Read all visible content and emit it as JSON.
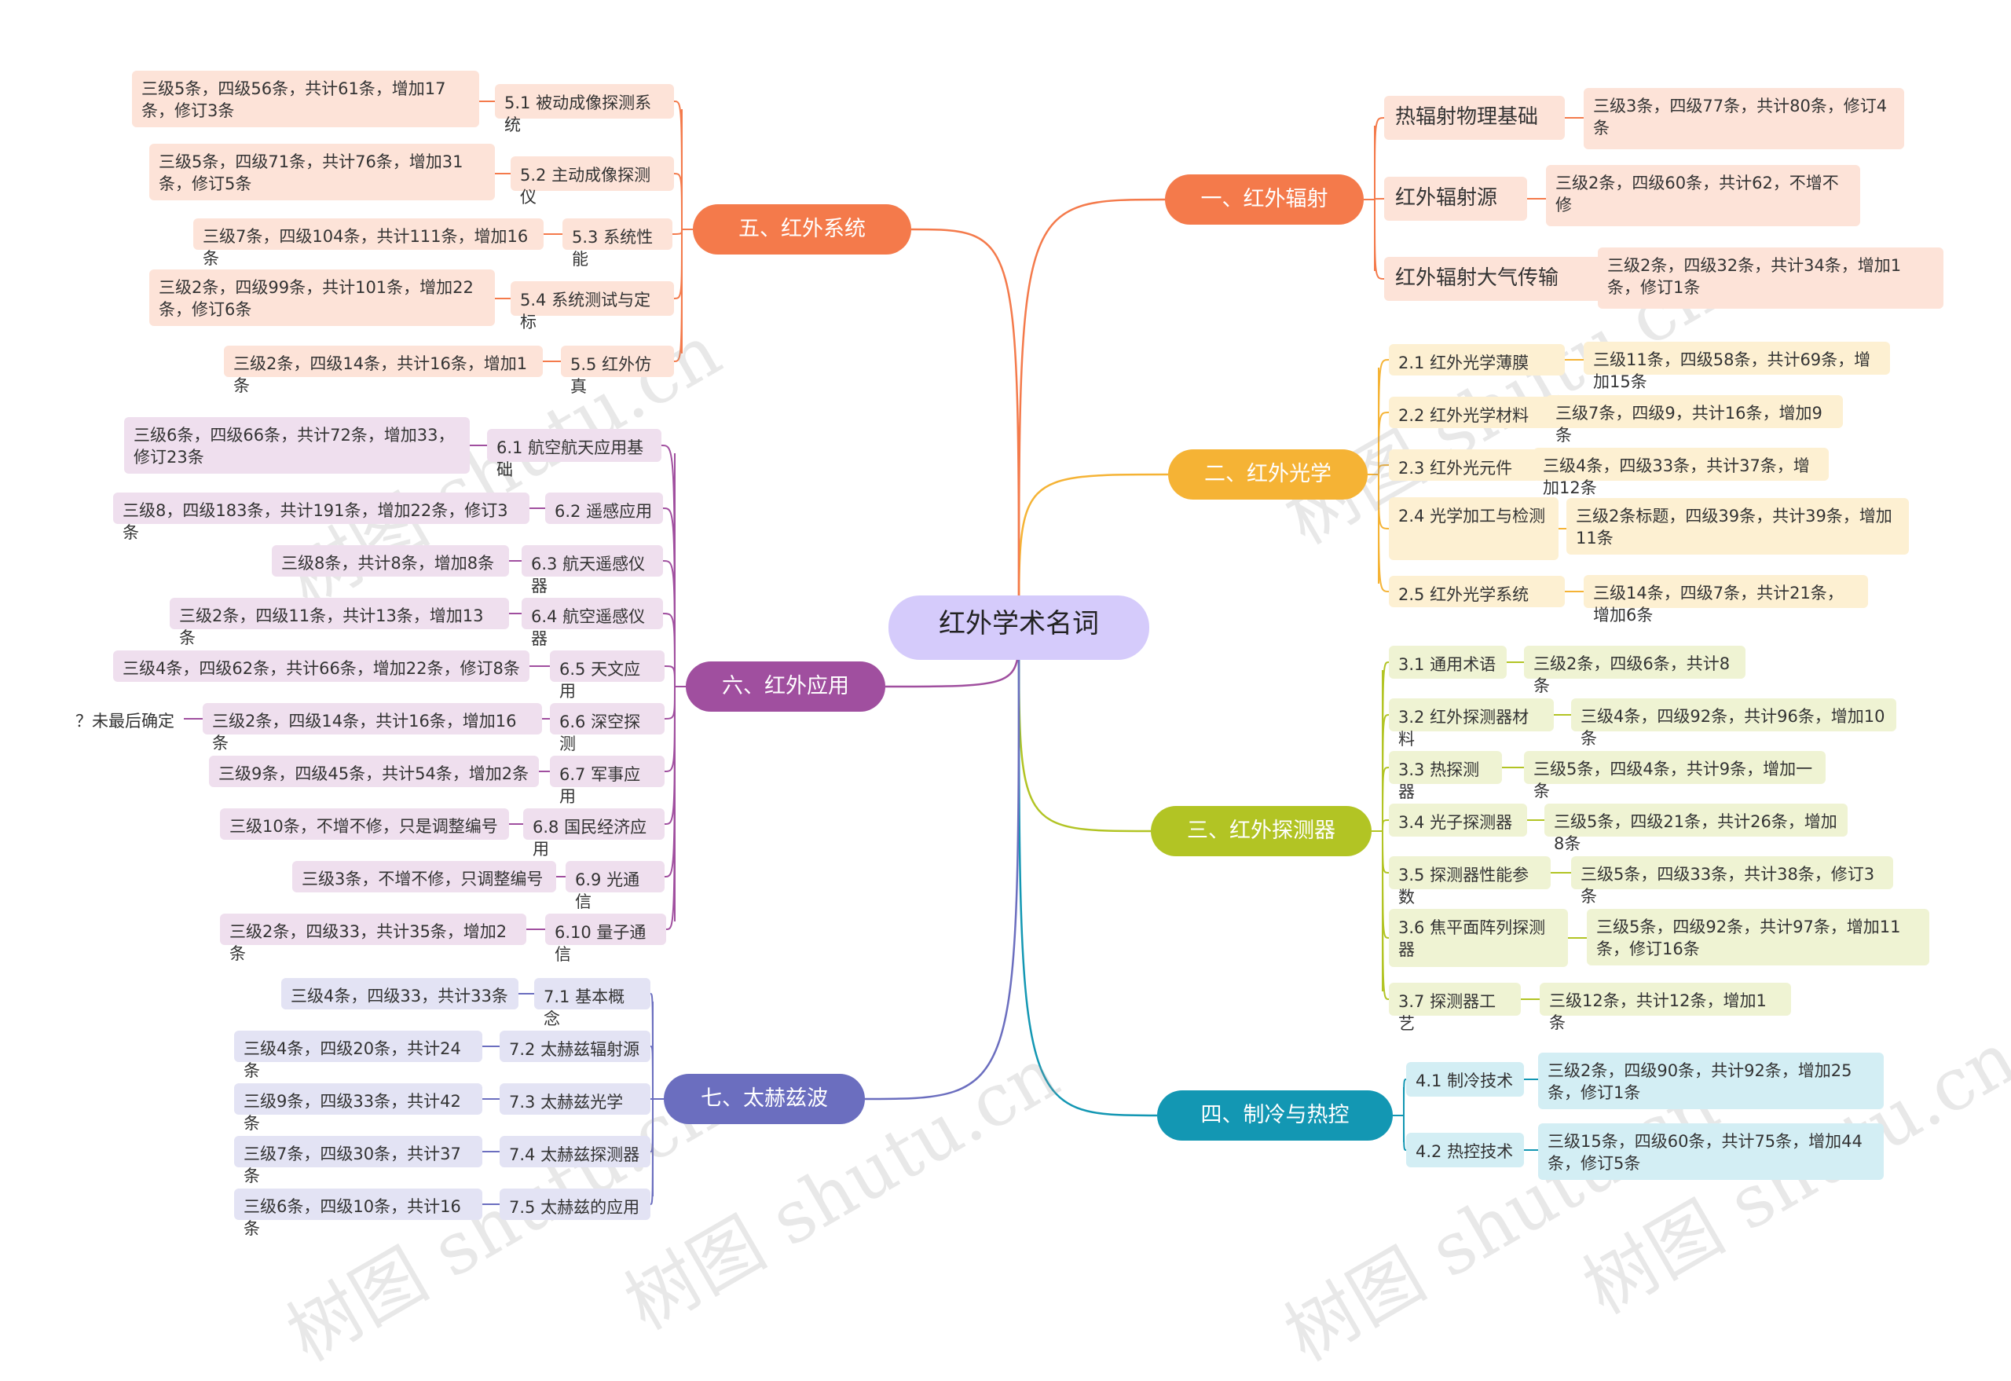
{
  "root": "红外学术名词",
  "watermarks": [
    "树图 shutu.cn",
    "树图 shutu.cn",
    "树图 shutu.cn",
    "树图 shutu.cn",
    "树图 shutu.cn",
    "树图 shutu.cn"
  ],
  "colors": {
    "root_bg": "#d5cbfb",
    "orange": "#f47a4b",
    "orange_light": "#fde3d8",
    "yellow": "#f5b335",
    "yellow_light": "#fdf0d2",
    "green": "#b2c424",
    "green_light": "#eff3d3",
    "cyan": "#1397b3",
    "cyan_light": "#d3eef4",
    "purple": "#a04f9f",
    "purple_light": "#efdfee",
    "indigo": "#6b6ebf",
    "indigo_light": "#e3e3f4"
  },
  "branches": [
    {
      "label": "一、红外辐射",
      "children": [
        {
          "label": "热辐射物理基础",
          "leaf": "三级3条，四级77条，共计80条，修订4条"
        },
        {
          "label": "红外辐射源",
          "leaf": "三级2条，四级60条，共计62，不增不修"
        },
        {
          "label": "红外辐射大气传输",
          "leaf": "三级2条，四级32条，共计34条，增加1条，修订1条"
        }
      ]
    },
    {
      "label": "二、红外光学",
      "children": [
        {
          "label": "2.1 红外光学薄膜",
          "leaf": "三级11条，四级58条，共计69条，增加15条"
        },
        {
          "label": "2.2 红外光学材料",
          "leaf": "三级7条，四级9，共计16条，增加9条"
        },
        {
          "label": "2.3 红外光元件",
          "leaf": "三级4条，四级33条，共计37条，增加12条"
        },
        {
          "label": "2.4 光学加工与检测",
          "leaf": "三级2条标题，四级39条，共计39条，增加11条"
        },
        {
          "label": "2.5 红外光学系统",
          "leaf": "三级14条，四级7条，共计21条，增加6条"
        }
      ]
    },
    {
      "label": "三、红外探测器",
      "children": [
        {
          "label": "3.1 通用术语",
          "leaf": "三级2条，四级6条，共计8条"
        },
        {
          "label": "3.2 红外探测器材料",
          "leaf": "三级4条，四级92条，共计96条，增加10条"
        },
        {
          "label": "3.3 热探测器",
          "leaf": "三级5条，四级4条，共计9条，增加一条"
        },
        {
          "label": "3.4 光子探测器",
          "leaf": "三级5条，四级21条，共计26条，增加8条"
        },
        {
          "label": "3.5 探测器性能参数",
          "leaf": "三级5条，四级33条，共计38条，修订3条"
        },
        {
          "label": "3.6 焦平面阵列探测器",
          "leaf": "三级5条，四级92条，共计97条，增加11条，修订16条"
        },
        {
          "label": "3.7 探测器工艺",
          "leaf": "三级12条，共计12条，增加1条"
        }
      ]
    },
    {
      "label": "四、制冷与热控",
      "children": [
        {
          "label": "4.1 制冷技术",
          "leaf": "三级2条，四级90条，共计92条，增加25条，修订1条"
        },
        {
          "label": "4.2 热控技术",
          "leaf": "三级15条，四级60条，共计75条，增加44条，修订5条"
        }
      ]
    },
    {
      "label": "五、红外系统",
      "children": [
        {
          "label": "5.1 被动成像探测系统",
          "leaf": "三级5条，四级56条，共计61条，增加17条，修订3条"
        },
        {
          "label": "5.2 主动成像探测仪",
          "leaf": "三级5条，四级71条，共计76条，增加31条，修订5条"
        },
        {
          "label": "5.3 系统性能",
          "leaf": "三级7条，四级104条，共计111条，增加16条"
        },
        {
          "label": "5.4 系统测试与定标",
          "leaf": "三级2条，四级99条，共计101条，增加22条，修订6条"
        },
        {
          "label": "5.5 红外仿真",
          "leaf": "三级2条，四级14条，共计16条，增加1条"
        }
      ]
    },
    {
      "label": "六、红外应用",
      "children": [
        {
          "label": "6.1 航空航天应用基础",
          "leaf": "三级6条，四级66条，共计72条，增加33，修订23条"
        },
        {
          "label": "6.2 遥感应用",
          "leaf": "三级8，四级183条，共计191条，增加22条，修订3条"
        },
        {
          "label": "6.3 航天遥感仪器",
          "leaf": "三级8条，共计8条，增加8条"
        },
        {
          "label": "6.4 航空遥感仪器",
          "leaf": "三级2条，四级11条，共计13条，增加13条"
        },
        {
          "label": "6.5 天文应用",
          "leaf": "三级4条，四级62条，共计66条，增加22条，修订8条"
        },
        {
          "label": "6.6 深空探测",
          "leaf": "三级2条，四级14条，共计16条，增加16条",
          "extra": "？未最后确定"
        },
        {
          "label": "6.7 军事应用",
          "leaf": "三级9条，四级45条，共计54条，增加2条"
        },
        {
          "label": "6.8 国民经济应用",
          "leaf": "三级10条，不增不修，只是调整编号"
        },
        {
          "label": "6.9 光通信",
          "leaf": "三级3条，不增不修，只调整编号"
        },
        {
          "label": "6.10 量子通信",
          "leaf": "三级2条，四级33，共计35条，增加2条"
        }
      ]
    },
    {
      "label": "七、太赫兹波",
      "children": [
        {
          "label": "7.1 基本概念",
          "leaf": "三级4条，四级33，共计33条"
        },
        {
          "label": "7.2 太赫兹辐射源",
          "leaf": "三级4条，四级20条，共计24条"
        },
        {
          "label": "7.3 太赫兹光学",
          "leaf": "三级9条，四级33条，共计42条"
        },
        {
          "label": "7.4 太赫兹探测器",
          "leaf": "三级7条，四级30条，共计37条"
        },
        {
          "label": "7.5 太赫兹的应用",
          "leaf": "三级6条，四级10条，共计16条"
        }
      ]
    }
  ]
}
